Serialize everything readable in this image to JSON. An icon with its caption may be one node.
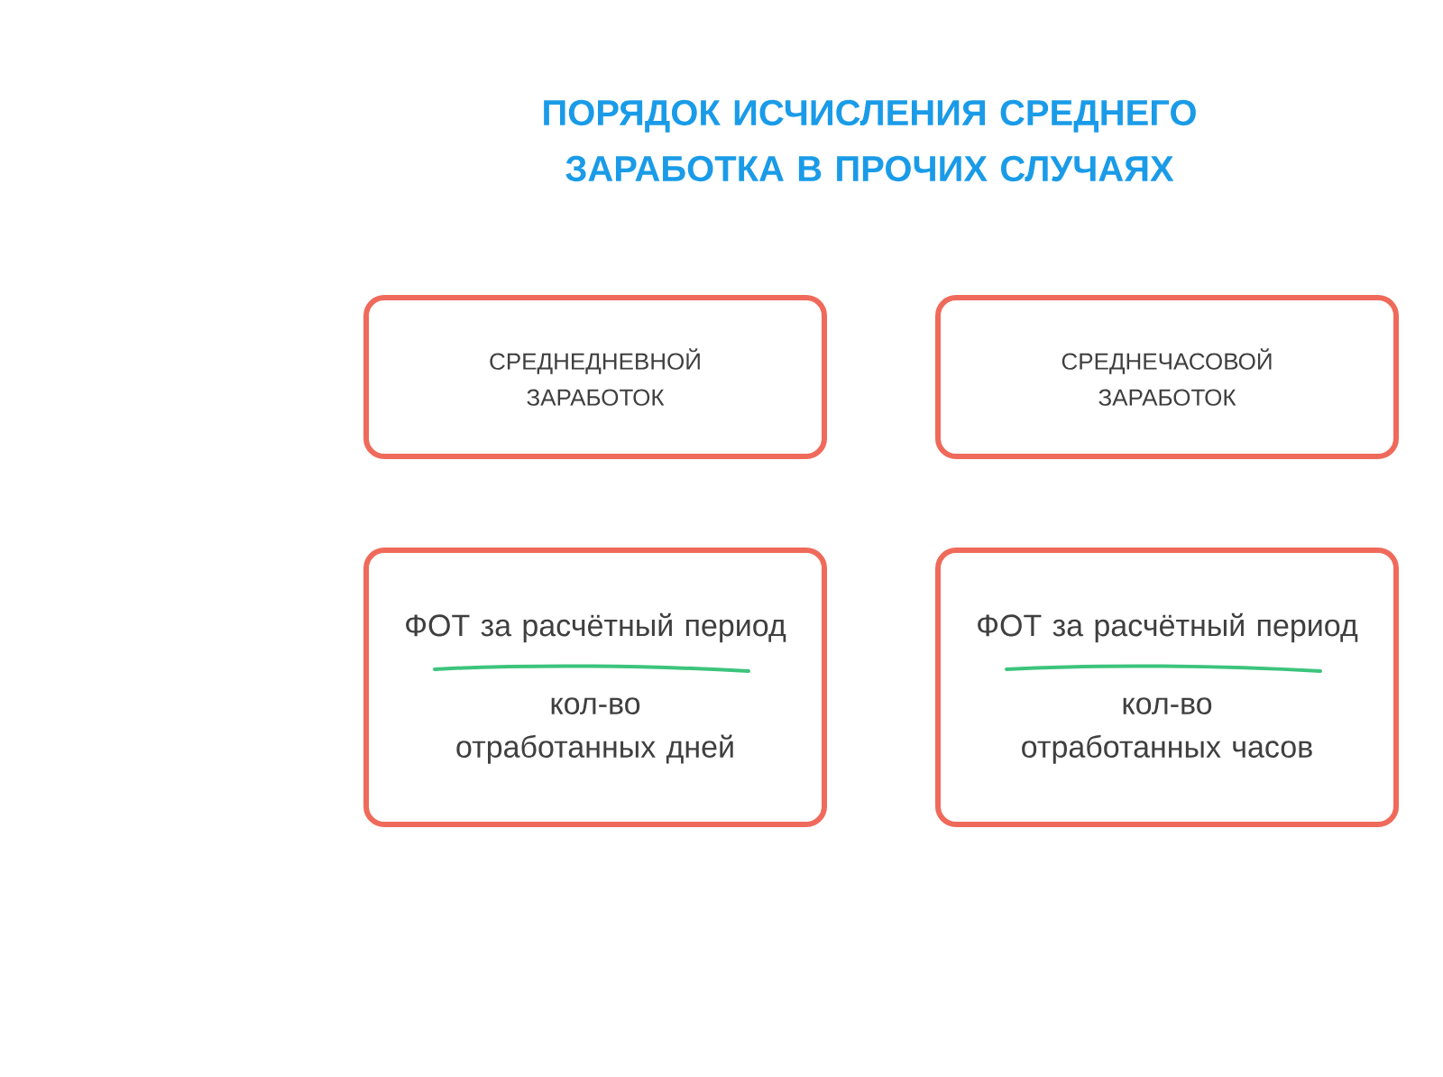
{
  "diagram": {
    "title": "ПОРЯДОК ИСЧИСЛЕНИЯ СРЕДНЕГО ЗАРАБОТКА В ПРОЧИХ СЛУЧАЯХ",
    "nodes": [
      {
        "text": [
          "СРЕДНЕДНЕВНОЙ ЗАРАБОТОК"
        ]
      },
      {
        "text": [
          "СРЕДНЕЧАСОВОЙ ЗАРАБОТОК"
        ]
      },
      {
        "text": [
          "ФОТ за расчётный период",
          "кол-во отработанных дней"
        ]
      },
      {
        "text": [
          "ФОТ за расчётный период",
          "кол-во отработанных часов"
        ]
      }
    ],
    "edges": []
  }
}
